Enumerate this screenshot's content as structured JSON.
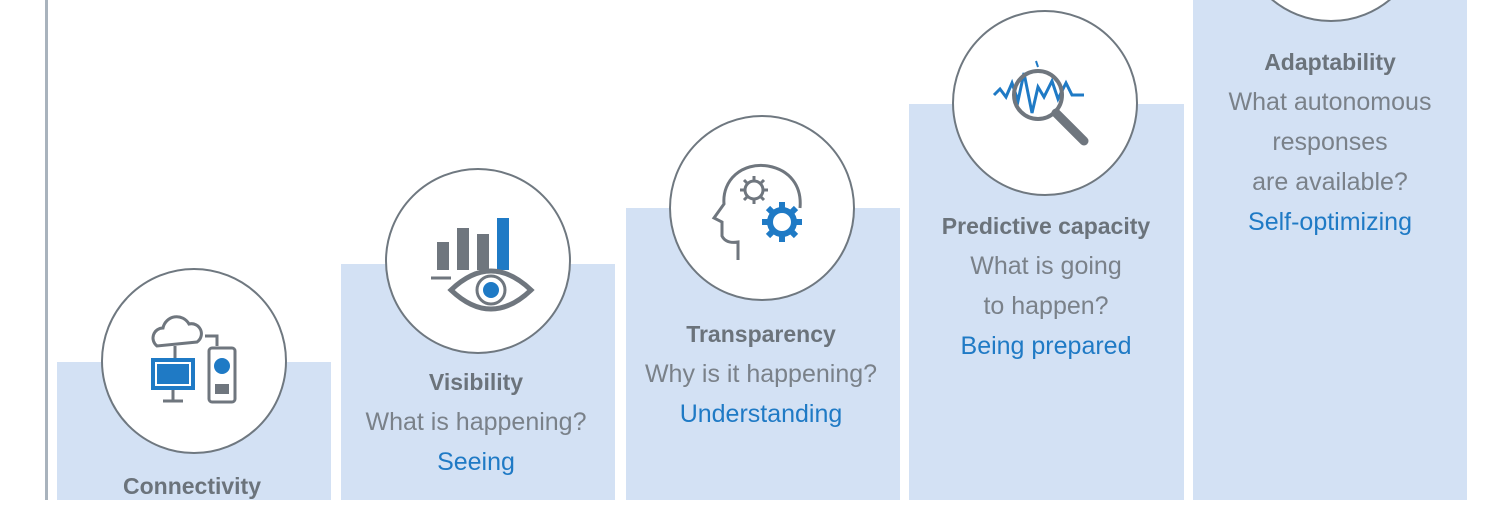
{
  "colors": {
    "step_fill": "#d3e1f4",
    "accent_blue": "#1f7ac5",
    "grey": "#6f767e"
  },
  "stages": [
    {
      "title": "Connectivity",
      "question_lines": [],
      "answer": "",
      "icon": "connected-devices-icon"
    },
    {
      "title": "Visibility",
      "question_lines": [
        "What is happening?"
      ],
      "answer": "Seeing",
      "icon": "eye-chart-icon"
    },
    {
      "title": "Transparency",
      "question_lines": [
        "Why is it happening?"
      ],
      "answer": "Understanding",
      "icon": "head-gears-icon"
    },
    {
      "title": "Predictive capacity",
      "question_lines": [
        "What is going",
        "to happen?"
      ],
      "answer": "Being prepared",
      "icon": "magnifier-signal-icon"
    },
    {
      "title": "Adaptability",
      "question_lines": [
        "What autonomous",
        "responses",
        "are available?"
      ],
      "answer": "Self-optimizing",
      "icon": "adaptability-icon"
    }
  ]
}
